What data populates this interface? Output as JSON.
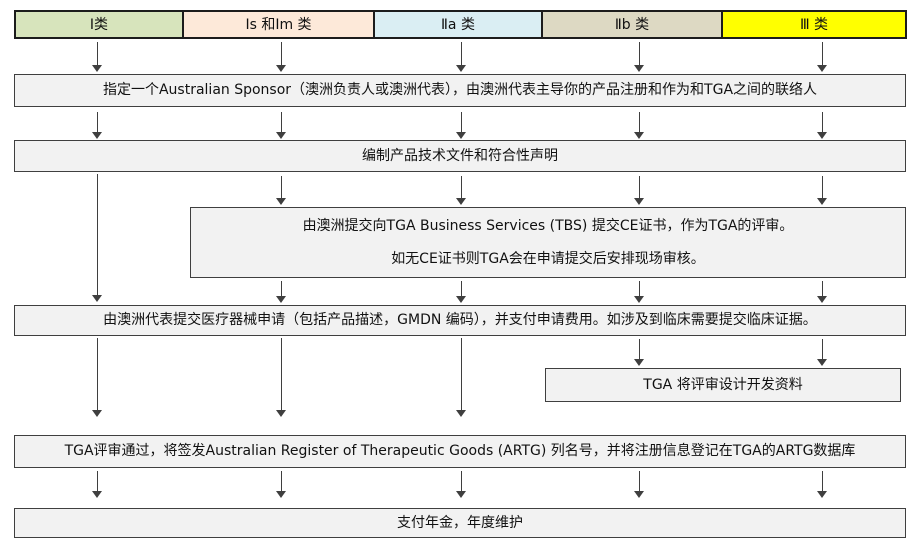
{
  "categories": [
    {
      "label": "Ⅰ类",
      "color": "#d7e4bc"
    },
    {
      "label": "Ⅰs 和Ⅰm 类",
      "color": "#fde9d9"
    },
    {
      "label": "Ⅱa 类",
      "color": "#daeef3"
    },
    {
      "label": "Ⅱb 类",
      "color": "#ddd9c3"
    },
    {
      "label": "Ⅲ 类",
      "color": "#ffff00"
    }
  ],
  "flow": {
    "sponsor": "指定一个Australian Sponsor（澳洲负责人或澳洲代表），由澳洲代表主导你的产品注册和作为和TGA之间的联络人",
    "tech_docs": "编制产品技术文件和符合性声明",
    "tbs_submit": {
      "line1": "由澳洲提交向TGA Business Services (TBS) 提交CE证书，作为TGA的评审。",
      "line2": "如无CE证书则TGA会在申请提交后安排现场审核。"
    },
    "application": "由澳洲代表提交医疗器械申请（包括产品描述，GMDN 编码），并支付申请费用。如涉及到临床需要提交临床证据。",
    "design_review": "TGA 将评审设计开发资料",
    "artg_listing": "TGA评审通过，将签发Australian Register of Therapeutic Goods (ARTG) 列名号，并将注册信息登记在TGA的ARTG数据库",
    "annual_fee": "支付年金，年度维护"
  },
  "colors": {
    "box_fill": "#f2f2f2",
    "box_border": "#3f3f3f",
    "arrow": "#3f3f3f",
    "class_I": "#d7e4bc",
    "class_Is_Im": "#fde9d9",
    "class_IIa": "#daeef3",
    "class_IIb": "#ddd9c3",
    "class_III": "#ffff00"
  }
}
